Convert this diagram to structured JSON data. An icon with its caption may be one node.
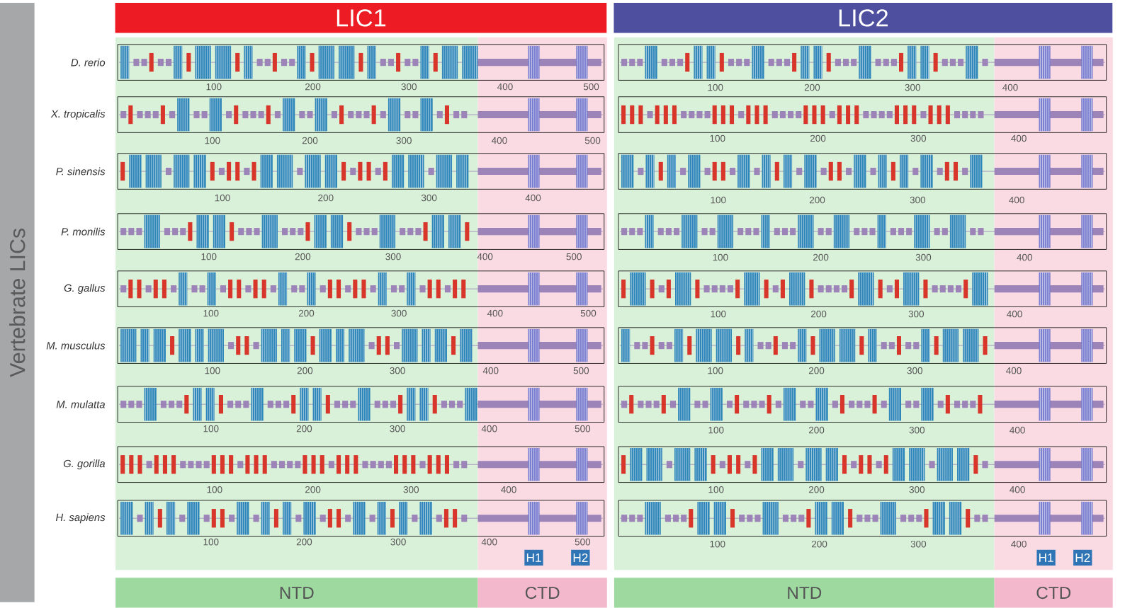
{
  "diagram": {
    "nodes": [
      {
        "text": [
          "Vertebrate LICs"
        ]
      },
      {
        "text": [
          "LIC1"
        ]
      },
      {
        "text": [
          "LIC2"
        ]
      },
      {
        "text": [
          "H1"
        ]
      },
      {
        "text": [
          "H2"
        ]
      },
      {
        "text": [
          "H1"
        ]
      },
      {
        "text": [
          "H2"
        ]
      },
      {
        "text": [
          "NTD"
        ]
      },
      {
        "text": [
          "CTD"
        ]
      },
      {
        "text": [
          "NTD"
        ]
      },
      {
        "text": [
          "CTD"
        ]
      }
    ],
    "labels": [
      "D. rerio",
      "100",
      "200",
      "300",
      "400",
      "500",
      "100",
      "200",
      "300",
      "400",
      "X. tropicalis",
      "100",
      "200",
      "300",
      "400",
      "500",
      "100",
      "200",
      "300",
      "400",
      "P. sinensis",
      "100",
      "200",
      "300",
      "400",
      "100",
      "200",
      "300",
      "400",
      "P. monilis",
      "100",
      "200",
      "300",
      "400",
      "500",
      "100",
      "200",
      "300",
      "400",
      "G. gallus",
      "100",
      "200",
      "300",
      "400",
      "500",
      "100",
      "200",
      "300",
      "400",
      "M. musculus",
      "100",
      "200",
      "300",
      "400",
      "500",
      "100",
      "200",
      "300",
      "400",
      "M. mulatta",
      "100",
      "200",
      "300",
      "400",
      "500",
      "100",
      "200",
      "300",
      "400",
      "G. gorilla",
      "100",
      "200",
      "300",
      "400",
      "100",
      "200",
      "300",
      "400",
      "H. sapiens",
      "100",
      "200",
      "300",
      "400",
      "500",
      "100",
      "200",
      "300",
      "400"
    ]
  }
}
